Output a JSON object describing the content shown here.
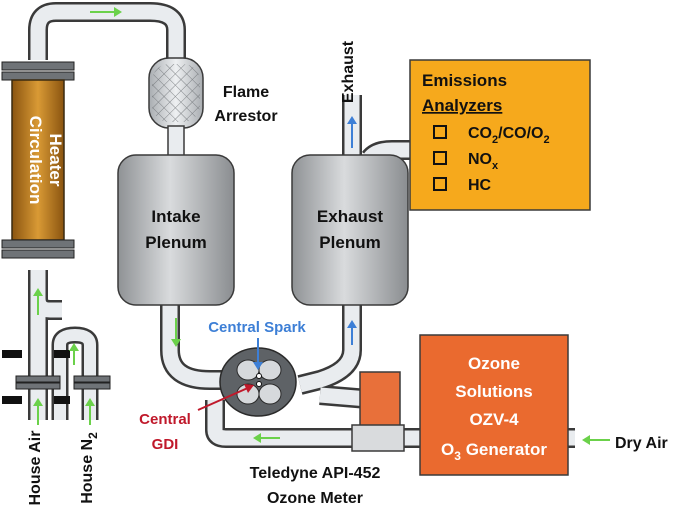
{
  "labels": {
    "circulation_heater_line1": "Circulation",
    "circulation_heater_line2": "Heater",
    "flame_arrestor_line1": "Flame",
    "flame_arrestor_line2": "Arrestor",
    "intake_plenum_line1": "Intake",
    "intake_plenum_line2": "Plenum",
    "exhaust_plenum_line1": "Exhaust",
    "exhaust_plenum_line2": "Plenum",
    "exhaust_outlet": "Exhaust",
    "central_spark": "Central Spark",
    "central_gdi_line1": "Central",
    "central_gdi_line2": "GDI",
    "house_air": "House Air",
    "house_n2_base": "House N",
    "house_n2_sub": "2",
    "ozone_meter_line1": "Teledyne API-452",
    "ozone_meter_line2": "Ozone Meter",
    "dry_air": "Dry Air"
  },
  "emissions_analyzers": {
    "title_line1": "Emissions",
    "title_line2": "Analyzers",
    "items": [
      {
        "parts": [
          {
            "t": "CO"
          },
          {
            "t": "2",
            "sub": true
          },
          {
            "t": "/CO/O"
          },
          {
            "t": "2",
            "sub": true
          }
        ]
      },
      {
        "parts": [
          {
            "t": "NO"
          },
          {
            "t": "x",
            "sub": true
          }
        ]
      },
      {
        "parts": [
          {
            "t": "HC"
          }
        ]
      }
    ]
  },
  "ozone_generator": {
    "line1": "Ozone",
    "line2": "Solutions",
    "line3": "OZV-4",
    "line4_base": "O",
    "line4_sub": "3",
    "line4_rest": " Generator"
  },
  "colors": {
    "pipe_fill": "#e9ecef",
    "pipe_stroke": "#3a3a3a",
    "green_arrow": "#6bd14a",
    "blue_arrow": "#3d7fd6",
    "central_spark_text": "#3d7fd6",
    "gdi_text": "#c0192b",
    "analyzer_fill": "#f6a91c",
    "ozone_fill": "#ea6a2f",
    "ozone_meter_top": "#e8703a",
    "heater_body": "#c7821f"
  }
}
